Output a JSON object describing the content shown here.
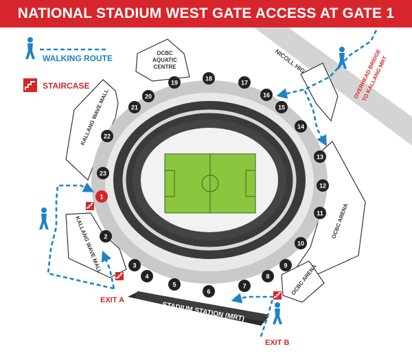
{
  "title": "NATIONAL STADIUM WEST GATE ACCESS AT GATE 1",
  "legend": {
    "walking_route": "WALKING ROUTE",
    "staircase": "STAIRCASE"
  },
  "labels": {
    "ocbc_aquatic": [
      "OCBC",
      "AQUATIC",
      "CENTRE"
    ],
    "nicoll_highway": "NICOLL HIGHWAY",
    "overhead_bridge": [
      "OVERHEAD BRIDGE",
      "TO KALLANG MRT"
    ],
    "kallang_wave_mall_top": "KALLANG WAVE MALL",
    "kallang_wave_mall_bottom": "KALLANG WAVE MALL",
    "ocbc_arena_right": "OCBC ARENA",
    "ocbc_arena_bottom": "OCBC ARENA",
    "stadium_station": "STADIUM STATION (MRT)",
    "exit_a": "EXIT A",
    "exit_b": "EXIT B"
  },
  "gates": [
    "1",
    "2",
    "3",
    "4",
    "5",
    "6",
    "7",
    "8",
    "9",
    "10",
    "11",
    "12",
    "13",
    "14",
    "15",
    "16",
    "17",
    "18",
    "19",
    "20",
    "21",
    "22",
    "23"
  ],
  "highlight_gate": "1",
  "colors": {
    "brand_red": "#d7262b",
    "route_blue": "#1f82c4",
    "pitch_green": "#8cc63f",
    "gate_dark": "#222222",
    "seating_dark": "#3a3a3a",
    "concourse_grey": "#c9c9c9"
  }
}
